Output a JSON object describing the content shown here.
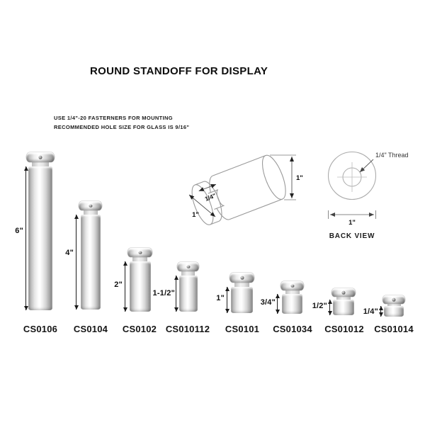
{
  "title": "ROUND STANDOFF FOR DISPLAY",
  "notes": {
    "line1": "USE 1/4\"-20 FASTERNERS FOR MOUNTING",
    "line2": "RECOMMENDED HOLE SIZE FOR GLASS IS 9/16\""
  },
  "perspective_view": {
    "cap_diameter": "1\"",
    "cap_thickness": "1/4\"",
    "height": "1\""
  },
  "back_view": {
    "thread": "1/4\" Thread",
    "diameter": "1\"",
    "caption": "BACK VIEW"
  },
  "standoffs": [
    {
      "code": "CS0106",
      "height_label": "6\""
    },
    {
      "code": "CS0104",
      "height_label": "4\""
    },
    {
      "code": "CS0102",
      "height_label": "2\""
    },
    {
      "code": "CS010112",
      "height_label": "1-1/2\""
    },
    {
      "code": "CS0101",
      "height_label": "1\""
    },
    {
      "code": "CS01034",
      "height_label": "3/4\""
    },
    {
      "code": "CS01012",
      "height_label": "1/2\""
    },
    {
      "code": "CS01014",
      "height_label": "1/4\""
    }
  ],
  "colors": {
    "ink": "#111111",
    "drawing_line": "#9e9e9e",
    "metal_edge": "#858585",
    "metal_highlight": "#ffffff"
  }
}
